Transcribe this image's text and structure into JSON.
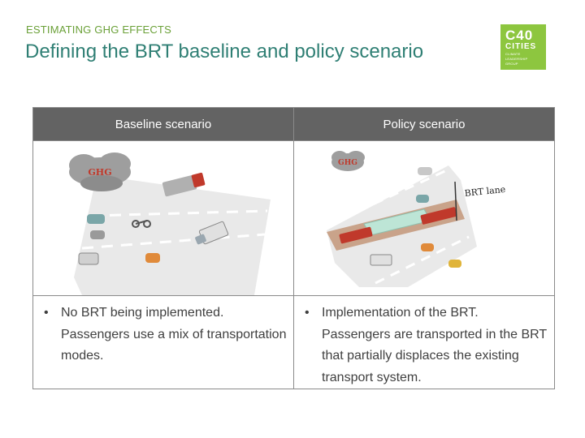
{
  "header": {
    "kicker": "ESTIMATING GHG EFFECTS",
    "title": "Defining the BRT baseline and policy scenario"
  },
  "logo": {
    "line1": "C40",
    "line2": "CITIES",
    "line3": "CLIMATE LEADERSHIP GROUP",
    "color": "#8dc63f"
  },
  "table": {
    "columns": [
      "Baseline scenario",
      "Policy scenario"
    ],
    "baseline": {
      "cloud_label": "GHG",
      "bullet": "•",
      "description": "No BRT being implemented. Passengers use a mix of transportation modes."
    },
    "policy": {
      "cloud_label": "GHG",
      "sign_label": "BRT lane",
      "bullet": "•",
      "description": "Implementation of the BRT. Passengers are transported in the BRT that partially displaces the existing transport system."
    }
  }
}
